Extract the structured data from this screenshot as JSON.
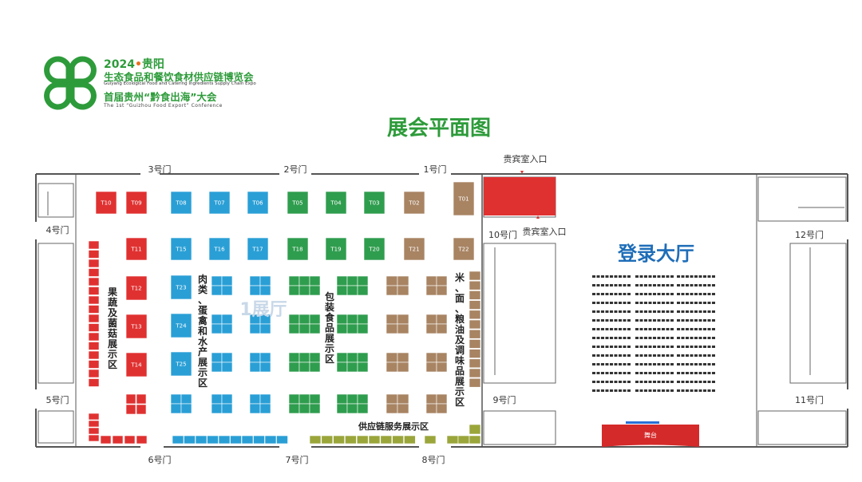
{
  "header": {
    "year": "2024",
    "city": "贵阳",
    "expo_cn": "生态食品和餐饮食材供应链博览会",
    "expo_en": "Guiyang Ecological Food and Catering Ingredients Supply Chain Expo",
    "conf_cn": "首届贵州“黔食出海”大会",
    "conf_en": "The 1st “Guizhou Food Export” Conference"
  },
  "title": "展会平面图",
  "colors": {
    "red": "#e03131",
    "blue": "#2a9fd6",
    "green": "#2f9d4e",
    "brown": "#a88463",
    "olive": "#9aa63a",
    "logo_green": "#2d9b3a",
    "wall": "#555555"
  },
  "doors": [
    "1号门",
    "2号门",
    "3号门",
    "4号门",
    "5号门",
    "6号门",
    "7号门",
    "8号门",
    "9号门",
    "10号门",
    "11号门",
    "12号门"
  ],
  "vip_entrance": "贵宾室入口",
  "hall_name": "1展厅",
  "lobby": "登录大厅",
  "stage": "舞台",
  "zones": {
    "fruit": "果蔬及菌菇展示区",
    "meat": "肉类、蛋禽和水产展示区",
    "packaged": "包装食品展示区",
    "grain": "米、面、粮油及调味品展示区",
    "supply": "供应链服务展示区"
  },
  "booths": {
    "row1": [
      {
        "id": "T10",
        "c": "red"
      },
      {
        "id": "T09",
        "c": "red"
      },
      {
        "id": "T08",
        "c": "blue"
      },
      {
        "id": "T07",
        "c": "blue"
      },
      {
        "id": "T06",
        "c": "blue"
      },
      {
        "id": "T05",
        "c": "green"
      },
      {
        "id": "T04",
        "c": "green"
      },
      {
        "id": "T03",
        "c": "green"
      },
      {
        "id": "T02",
        "c": "brown"
      }
    ],
    "t01": {
      "id": "T01",
      "c": "brown"
    },
    "row2": [
      {
        "id": "T11",
        "c": "red"
      },
      {
        "id": "T15",
        "c": "blue"
      },
      {
        "id": "T16",
        "c": "blue"
      },
      {
        "id": "T17",
        "c": "blue"
      },
      {
        "id": "T18",
        "c": "green"
      },
      {
        "id": "T19",
        "c": "green"
      },
      {
        "id": "T20",
        "c": "green"
      },
      {
        "id": "T21",
        "c": "brown"
      },
      {
        "id": "T22",
        "c": "brown"
      }
    ],
    "red_col": [
      {
        "id": "T12"
      },
      {
        "id": "T13"
      },
      {
        "id": "T14"
      }
    ],
    "blue_col": [
      {
        "id": "T23"
      },
      {
        "id": "T24"
      },
      {
        "id": "T25"
      }
    ]
  }
}
